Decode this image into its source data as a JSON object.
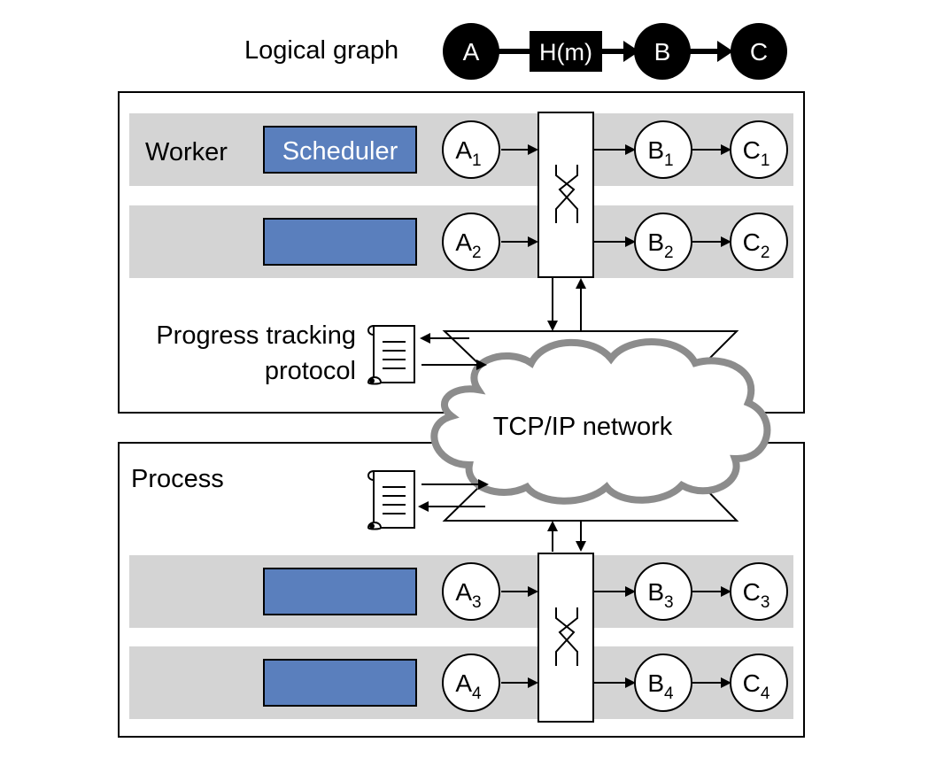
{
  "logical": {
    "label": "Logical graph",
    "nodes": [
      "A",
      "B",
      "C"
    ],
    "exchange": "H(m)"
  },
  "labels": {
    "worker": "Worker",
    "scheduler": "Scheduler",
    "progress_line1": "Progress tracking",
    "progress_line2": "protocol",
    "network": "TCP/IP network",
    "process": "Process"
  },
  "workers": [
    {
      "a": "A",
      "a_sub": "1",
      "b": "B",
      "b_sub": "1",
      "c": "C",
      "c_sub": "1"
    },
    {
      "a": "A",
      "a_sub": "2",
      "b": "B",
      "b_sub": "2",
      "c": "C",
      "c_sub": "2"
    },
    {
      "a": "A",
      "a_sub": "3",
      "b": "B",
      "b_sub": "3",
      "c": "C",
      "c_sub": "3"
    },
    {
      "a": "A",
      "a_sub": "4",
      "b": "B",
      "b_sub": "4",
      "c": "C",
      "c_sub": "4"
    }
  ],
  "colors": {
    "scheduler_fill": "#5a7fbd",
    "lane_fill": "#d4d4d4",
    "cloud_stroke": "#8c8c8c"
  }
}
